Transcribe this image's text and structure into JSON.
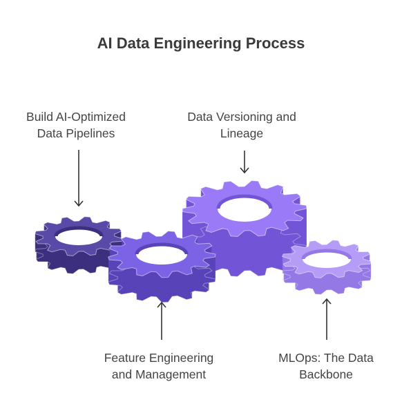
{
  "title": "AI Data Engineering Process",
  "steps": [
    {
      "line1": "Build AI-Optimized",
      "line2": "Data Pipelines",
      "color": "#5a4aa8",
      "side": "#3c2f7e"
    },
    {
      "line1": "Data Versioning and",
      "line2": "Lineage",
      "color": "#9b7af8",
      "side": "#7254d6"
    },
    {
      "line1": "Feature Engineering",
      "line2": "and Management",
      "color": "#7c63e6",
      "side": "#5843b8"
    },
    {
      "line1": "MLOps: The Data",
      "line2": "Backbone",
      "color": "#b49cf7",
      "side": "#9478e6"
    }
  ],
  "arrow_color": "#333333"
}
